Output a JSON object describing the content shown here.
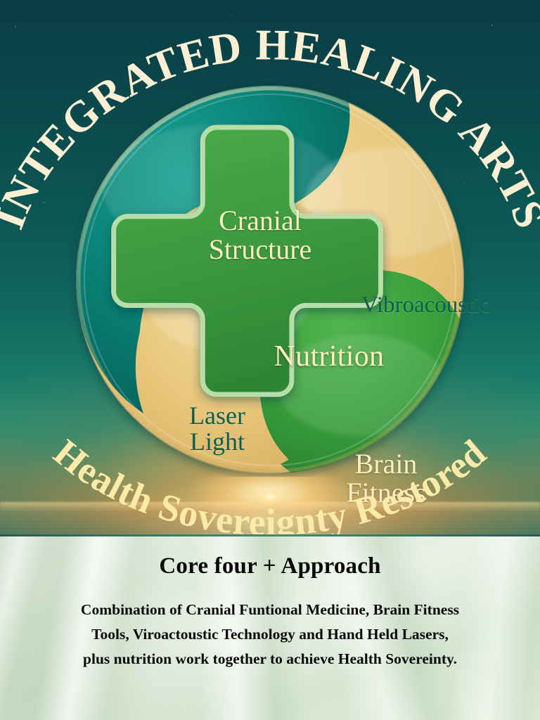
{
  "poster": {
    "arc_title": "INTEGRATED HEALING ARTS",
    "arc_tagline": "Health Sovereignty Restored"
  },
  "mandala": {
    "center_label": "Nutrition",
    "segments": [
      {
        "key": "cranial",
        "label": "Cranial\nStructure",
        "line1": "Cranial",
        "line2": "Structure",
        "fill": "#0a8075",
        "text_color": "#fdeec0"
      },
      {
        "key": "vibroacoustic",
        "label": "Vibroacoustic",
        "line1": "Vibroacoustic",
        "line2": "",
        "fill": "#e9c87d",
        "text_color": "#0d5f4f"
      },
      {
        "key": "laser",
        "label": "Laser\nLight",
        "line1": "Laser",
        "line2": "Light",
        "fill": "#e9c87d",
        "text_color": "#0d5f4f"
      },
      {
        "key": "brain",
        "label": "Brain\nFitness",
        "line1": "Brain",
        "line2": "Fitness",
        "fill": "#39a03c",
        "text_color": "#fdeec0"
      }
    ],
    "cross": {
      "fill": "#3d9b40",
      "border": "#b7dda9",
      "label": "Nutrition",
      "text_color": "#fdeec0"
    }
  },
  "panel": {
    "title": "Core four + Approach",
    "body_line_1": "Combination of Cranial Funtional Medicine, Brain Fitness",
    "body_line_2": "Tools, Viroactoustic Technology and Hand Held Lasers,",
    "body_line_3": "plus nutrition work together to achieve Health Sovereinty."
  },
  "colors": {
    "sky_top": "#0a3d45",
    "teal": "#0a8075",
    "tan": "#e9c87d",
    "green": "#39a03c",
    "cream_text": "#fdeec0",
    "arc_title_color": "#fbf0d4",
    "arc_tagline_color": "#fbeaa8",
    "sunset_orange": "#cd763a",
    "panel_bg": "#e1ecdd",
    "panel_text": "#080808"
  }
}
